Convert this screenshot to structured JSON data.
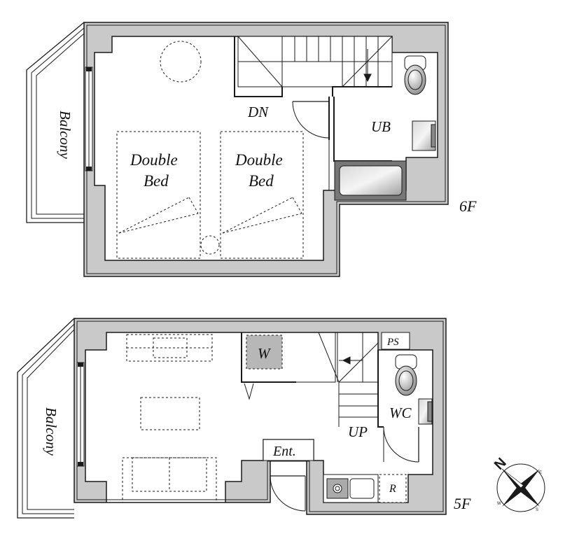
{
  "upper_floor": {
    "floor_label": "6F",
    "balcony": "Balcony",
    "bed1_line1": "Double",
    "bed1_line2": "Bed",
    "bed2_line1": "Double",
    "bed2_line2": "Bed",
    "stairs_label": "DN",
    "bath_label": "UB"
  },
  "lower_floor": {
    "floor_label": "5F",
    "balcony": "Balcony",
    "washer_label": "W",
    "ps_label": "PS",
    "stairs_label": "UP",
    "wc_label": "WC",
    "entrance_label": "Ent.",
    "fridge_label": "R"
  },
  "compass": {
    "north": "N",
    "east": "E",
    "south": "S",
    "west": "W"
  },
  "colors": {
    "wall_fill": "#c9c9c9",
    "line": "#1a1a1a",
    "washer_fill": "#b7b7b7"
  }
}
